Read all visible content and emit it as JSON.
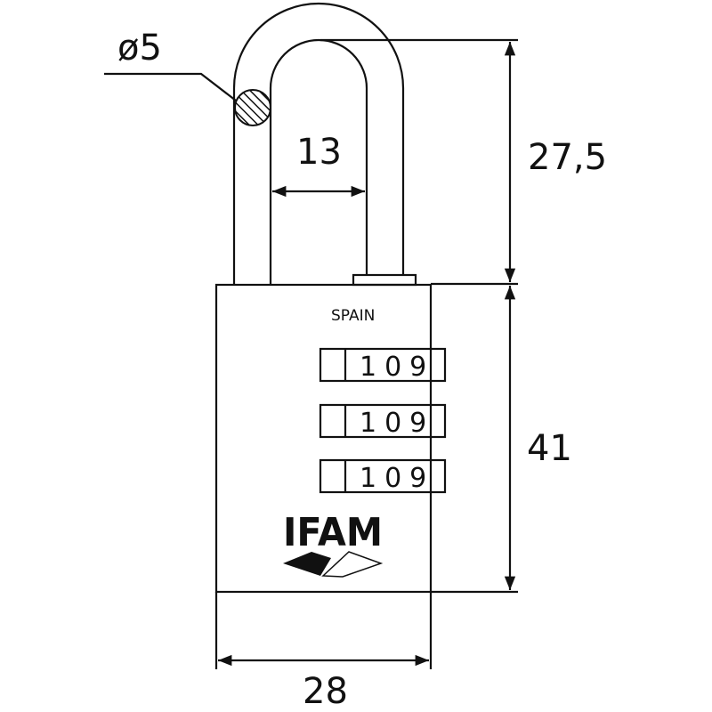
{
  "title": "Padlock dimension drawing",
  "dimensions": {
    "shackle_diameter": "ø5",
    "shackle_inner_width": "13",
    "shackle_clearance": "27,5",
    "body_height": "41",
    "body_width": "28"
  },
  "body": {
    "origin_text": "SPAIN",
    "dials": [
      "109",
      "109",
      "109"
    ],
    "brand": "IFAM"
  },
  "colors": {
    "line": "#111111",
    "background": "#ffffff"
  }
}
